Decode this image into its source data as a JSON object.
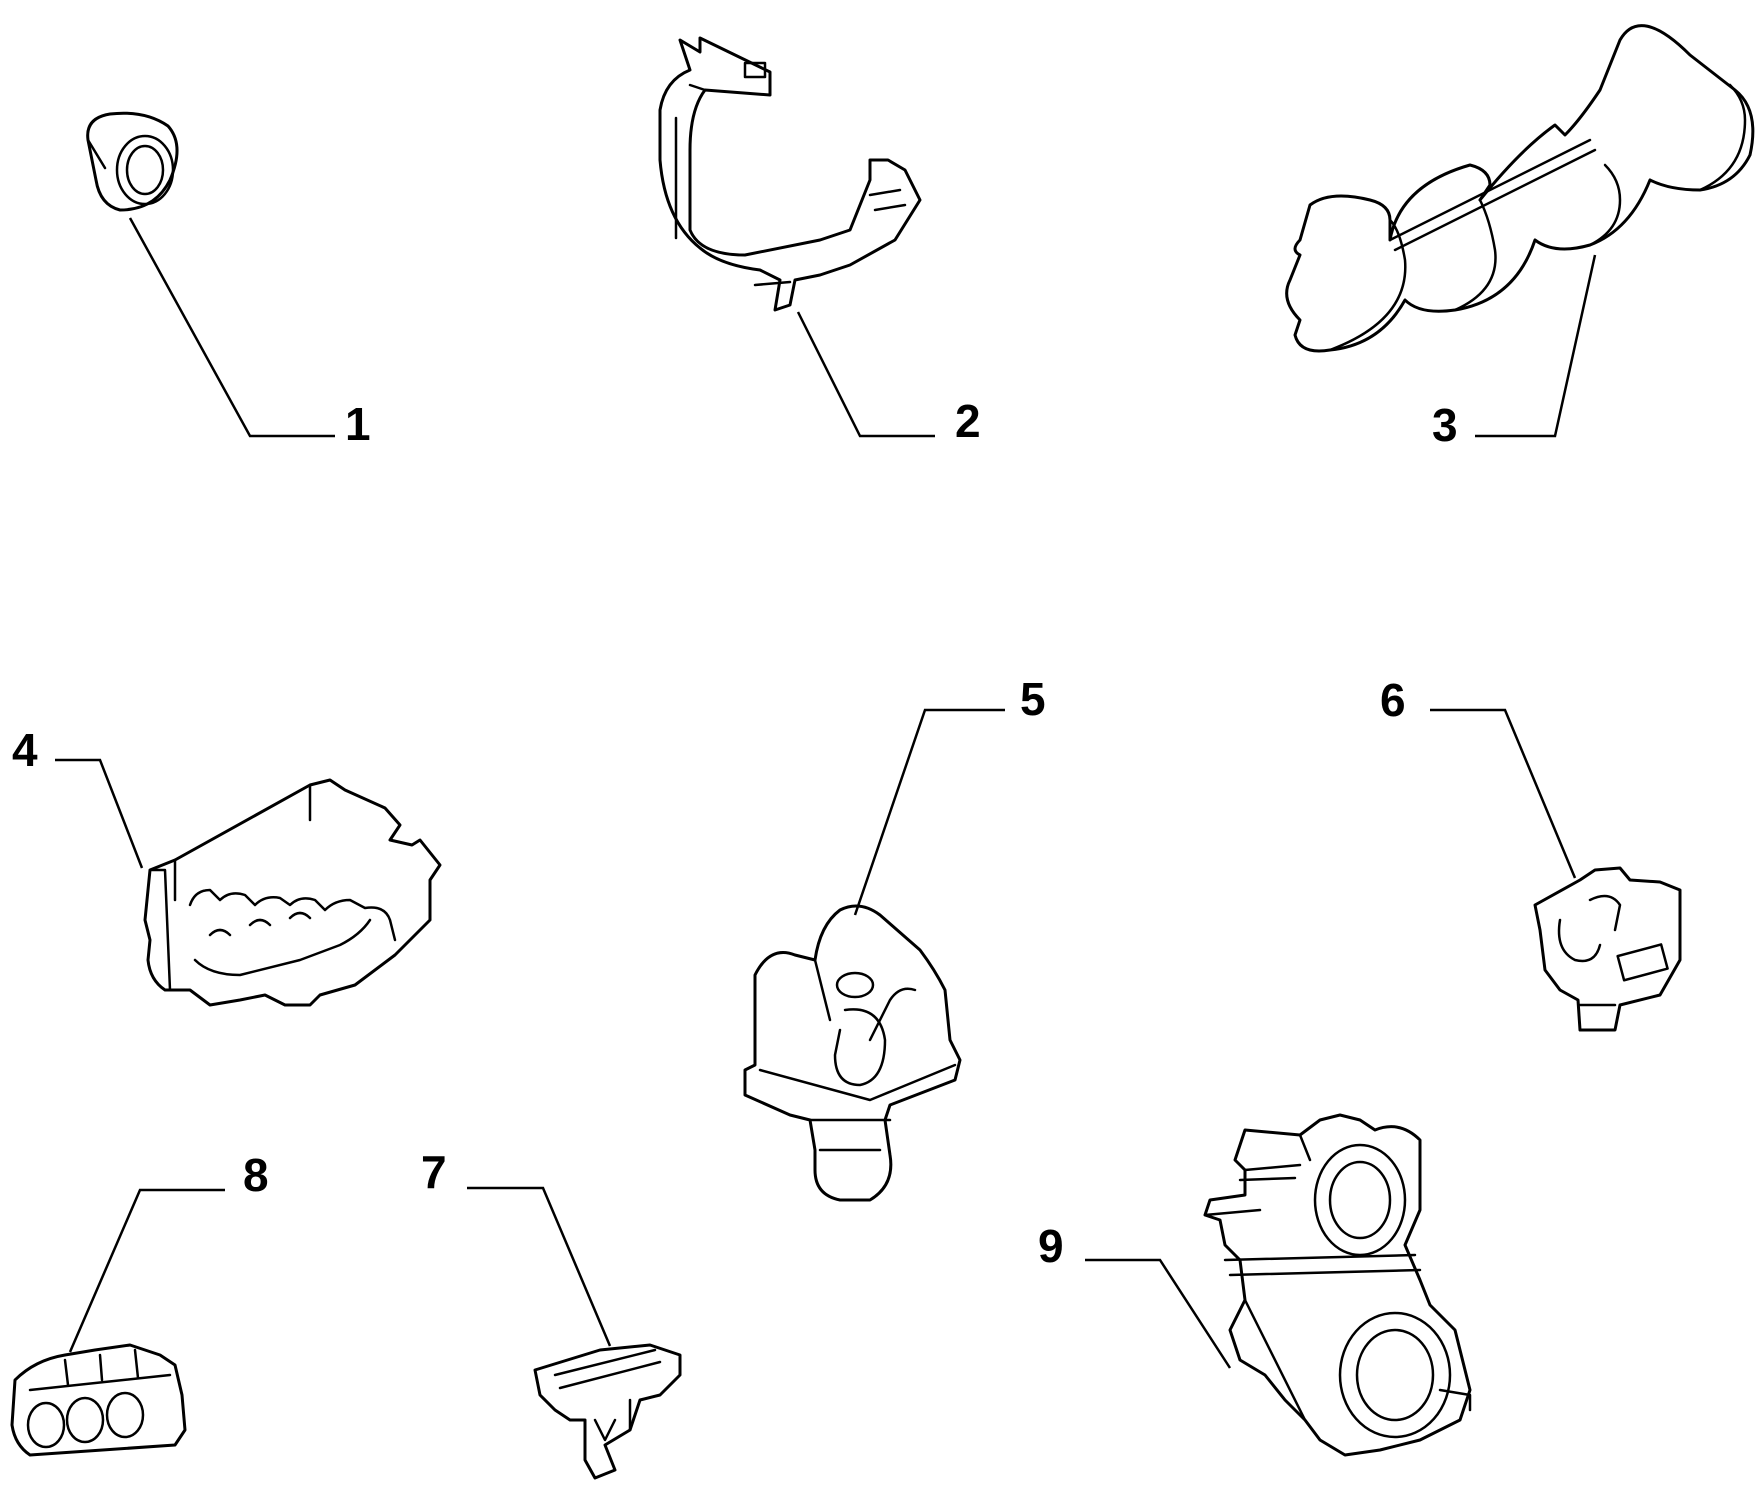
{
  "diagram": {
    "parts": [
      {
        "id": "p1",
        "callout": "1"
      },
      {
        "id": "p2",
        "callout": "2"
      },
      {
        "id": "p3",
        "callout": "3"
      },
      {
        "id": "p4",
        "callout": "4"
      },
      {
        "id": "p5",
        "callout": "5"
      },
      {
        "id": "p6",
        "callout": "6"
      },
      {
        "id": "p7",
        "callout": "7"
      },
      {
        "id": "p8",
        "callout": "8"
      },
      {
        "id": "p9",
        "callout": "9"
      }
    ]
  },
  "colors": {
    "line": "#000000",
    "background": "#ffffff"
  }
}
